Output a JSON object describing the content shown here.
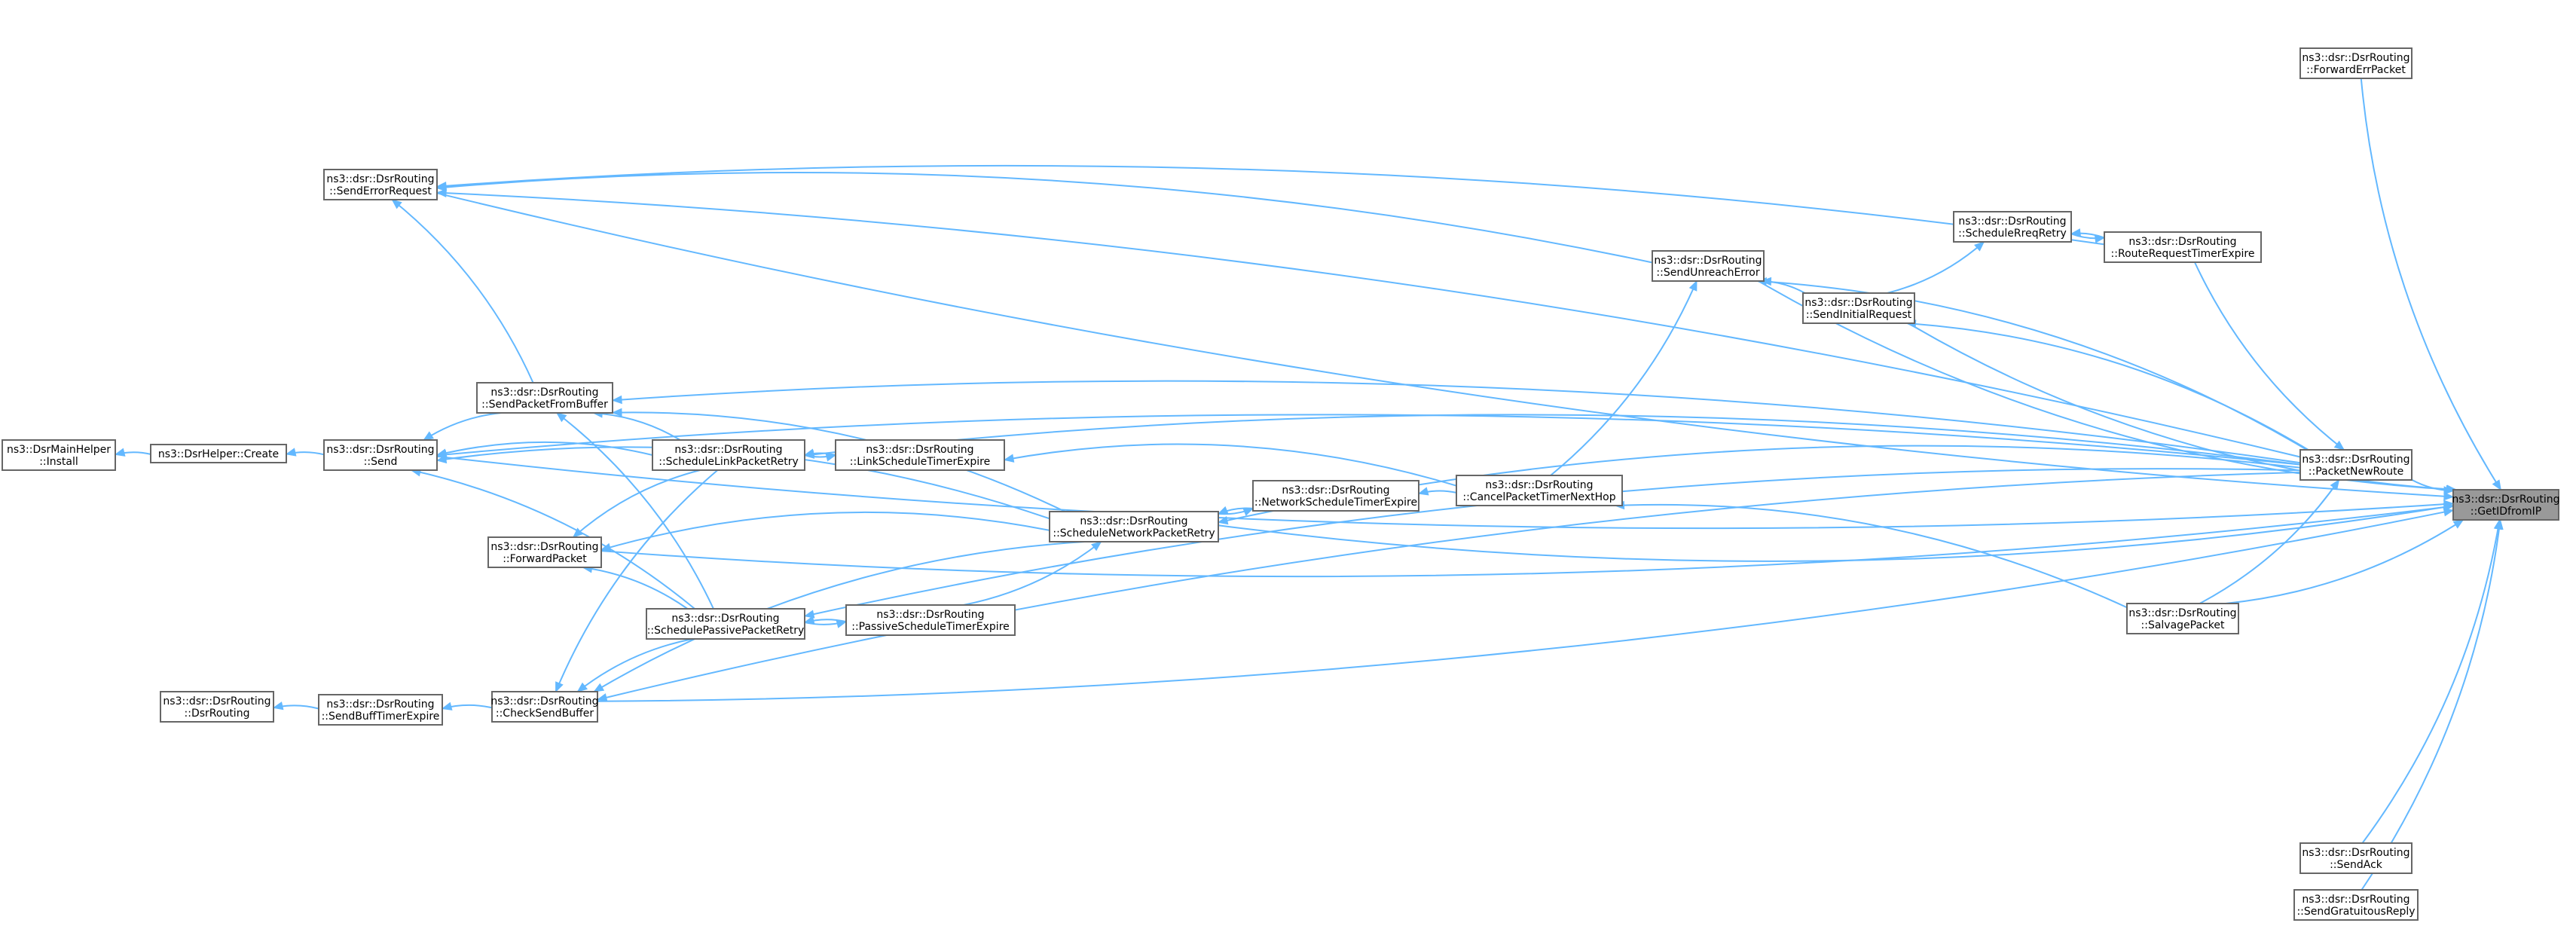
{
  "graph": {
    "nodes": {
      "getidfromip": [
        "ns3::dsr::DsrRouting",
        "::GetIDfromIP"
      ],
      "forwarderrpacket": [
        "ns3::dsr::DsrRouting",
        "::ForwardErrPacket"
      ],
      "packetnewroute": [
        "ns3::dsr::DsrRouting",
        "::PacketNewRoute"
      ],
      "salvagepacket": [
        "ns3::dsr::DsrRouting",
        "::SalvagePacket"
      ],
      "sendack": [
        "ns3::dsr::DsrRouting",
        "::SendAck"
      ],
      "sendgratuitousreply": [
        "ns3::dsr::DsrRouting",
        "::SendGratuitousReply"
      ],
      "routerequesttimerexpire": [
        "ns3::dsr::DsrRouting",
        "::RouteRequestTimerExpire"
      ],
      "schedulerreqretry": [
        "ns3::dsr::DsrRouting",
        "::ScheduleRreqRetry"
      ],
      "sendinitialrequest": [
        "ns3::dsr::DsrRouting",
        "::SendInitialRequest"
      ],
      "sendunreacherror": [
        "ns3::dsr::DsrRouting",
        "::SendUnreachError"
      ],
      "cancelpackettimernexthop": [
        "ns3::dsr::DsrRouting",
        "::CancelPacketTimerNextHop"
      ],
      "networkscheduletimerexpire": [
        "ns3::dsr::DsrRouting",
        "::NetworkScheduleTimerExpire"
      ],
      "schedulenetworkpacketretry": [
        "ns3::dsr::DsrRouting",
        "::ScheduleNetworkPacketRetry"
      ],
      "linkscheduletimerexpire": [
        "ns3::dsr::DsrRouting",
        "::LinkScheduleTimerExpire"
      ],
      "passivescheduletimerexpire": [
        "ns3::dsr::DsrRouting",
        "::PassiveScheduleTimerExpire"
      ],
      "schedulelinkpacketretry": [
        "ns3::dsr::DsrRouting",
        "::ScheduleLinkPacketRetry"
      ],
      "schedulepassivepacketretry": [
        "ns3::dsr::DsrRouting",
        "::SchedulePassivePacketRetry"
      ],
      "sendpacketfrombuffer": [
        "ns3::dsr::DsrRouting",
        "::SendPacketFromBuffer"
      ],
      "forwardpacket": [
        "ns3::dsr::DsrRouting",
        "::ForwardPacket"
      ],
      "checksendbuffer": [
        "ns3::dsr::DsrRouting",
        "::CheckSendBuffer"
      ],
      "senderrorrequest": [
        "ns3::dsr::DsrRouting",
        "::SendErrorRequest"
      ],
      "send": [
        "ns3::dsr::DsrRouting",
        "::Send"
      ],
      "sendbufftimerexpire": [
        "ns3::dsr::DsrRouting",
        "::SendBuffTimerExpire"
      ],
      "dsrrouting": [
        "ns3::dsr::DsrRouting",
        "::DsrRouting"
      ],
      "dsrhelpercreate": [
        "ns3::DsrHelper::Create"
      ],
      "dsrmainhelperinstall": [
        "ns3::DsrMainHelper",
        "::Install"
      ]
    },
    "colors": {
      "edge": "#63b8ff",
      "node_border": "#666666",
      "root_fill": "#999999"
    }
  }
}
